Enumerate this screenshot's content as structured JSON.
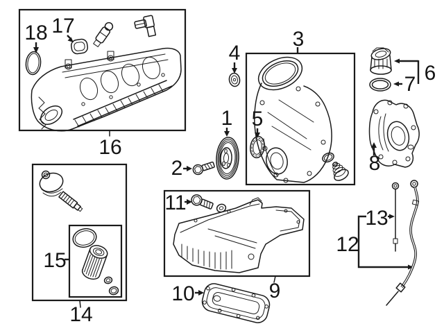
{
  "colors": {
    "background": "#ffffff",
    "line_art": "#1a1a1a"
  },
  "callouts": {
    "c1": "1",
    "c2": "2",
    "c3": "3",
    "c4": "4",
    "c5": "5",
    "c6": "6",
    "c7": "7",
    "c8": "8",
    "c9": "9",
    "c10": "10",
    "c11": "11",
    "c12": "12",
    "c13": "13",
    "c14": "14",
    "c15": "15",
    "c16": "16",
    "c17": "17",
    "c18": "18"
  }
}
